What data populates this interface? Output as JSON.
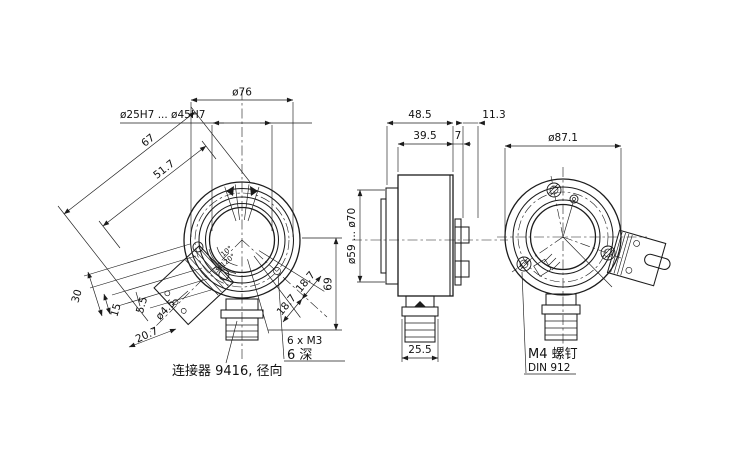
{
  "colors": {
    "line": "#1c1c1c",
    "background": "#ffffff"
  },
  "front_view": {
    "dia_bolt_circle": "ø76",
    "bore_range": "ø25H7 ... ø45H7",
    "dim_67": "67",
    "dim_51_7": "51.7",
    "dim_30": "30",
    "dim_15": "15",
    "dim_5_5": "5.5",
    "dia_4_5": "ø4.5",
    "dim_20_7": "20.7",
    "arc_18_7_a": "18.7",
    "arc_18_7_b": "18.7",
    "dim_69": "69",
    "angle_10": "10°",
    "angle_3x120": "3x120°",
    "note_thread_line1": "6 x M3",
    "note_thread_line2": "6 深",
    "note_connector": "连接器 9416, 径向"
  },
  "side_view": {
    "dim_48_5": "48.5",
    "dim_39_5": "39.5",
    "dim_7": "7",
    "dim_11_3": "11.3",
    "dia_range_59_70": "ø59 ... ø70",
    "dim_25_5": "25.5"
  },
  "rear_view": {
    "dia_87_1": "ø87.1",
    "note_screw_line1": "M4 螺钉",
    "note_screw_line2": "DIN 912"
  }
}
